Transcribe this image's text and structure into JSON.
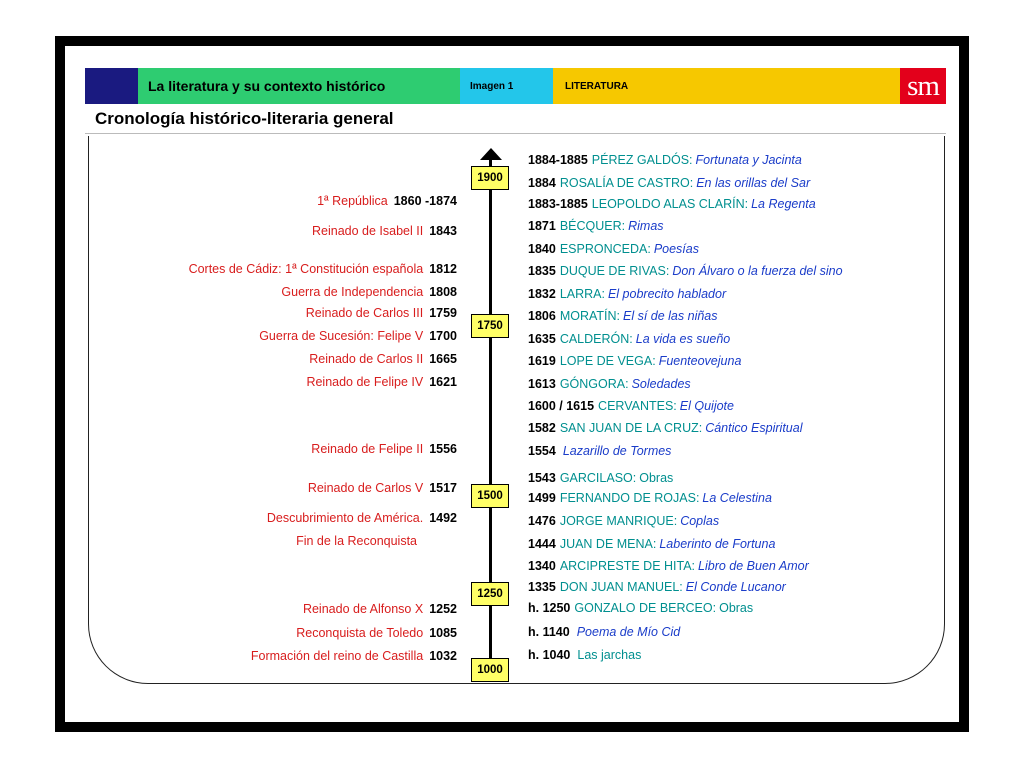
{
  "header": {
    "section_title": "La literatura y su contexto histórico",
    "image_label": "Imagen 1",
    "subject_label": "LITERATURA",
    "logo_text": "sm",
    "colors": {
      "navy": "#1a1a80",
      "green": "#2ecc71",
      "cyan": "#23c6ea",
      "yellow": "#f6c800",
      "logo": "#e3001b"
    }
  },
  "page_title": "Cronología histórico-literaria general",
  "axis_years": [
    "1900",
    "1750",
    "1500",
    "1250",
    "1000"
  ],
  "history": [
    {
      "label": "1ª República",
      "date": "1860 -1874"
    },
    {
      "label": "Reinado de Isabel II",
      "date": "1843"
    },
    {
      "label": "Cortes de Cádiz: 1ª Constitución española",
      "date": "1812"
    },
    {
      "label": "Guerra de Independencia",
      "date": "1808"
    },
    {
      "label": "Reinado de Carlos III",
      "date": "1759"
    },
    {
      "label": "Guerra de Sucesión: Felipe V",
      "date": "1700"
    },
    {
      "label": "Reinado de Carlos II",
      "date": "1665"
    },
    {
      "label": "Reinado de Felipe IV",
      "date": "1621"
    },
    {
      "label": "Reinado de Felipe II",
      "date": "1556"
    },
    {
      "label": "Reinado de Carlos V",
      "date": "1517"
    },
    {
      "label": "Descubrimiento de América.",
      "date": "1492"
    },
    {
      "label": "Fin de la Reconquista",
      "date": ""
    },
    {
      "label": "Reinado de Alfonso X",
      "date": "1252"
    },
    {
      "label": "Reconquista de Toledo",
      "date": "1085"
    },
    {
      "label": "Formación del reino de Castilla",
      "date": "1032"
    }
  ],
  "literature": [
    {
      "date": "1884-1885",
      "author": "PÉREZ GALDÓS:",
      "work": "Fortunata y Jacinta"
    },
    {
      "date": "1884",
      "author": "ROSALÍA DE CASTRO:",
      "work": "En las orillas del Sar"
    },
    {
      "date": "1883-1885",
      "author": "LEOPOLDO ALAS CLARÍN:",
      "work": "La Regenta"
    },
    {
      "date": "1871",
      "author": "BÉCQUER:",
      "work": "Rimas"
    },
    {
      "date": "1840",
      "author": "ESPRONCEDA:",
      "work": "Poesías"
    },
    {
      "date": "1835",
      "author": "DUQUE DE RIVAS:",
      "work": "Don Álvaro o la fuerza del sino"
    },
    {
      "date": "1832",
      "author": "LARRA:",
      "work": "El pobrecito hablador"
    },
    {
      "date": "1806",
      "author": "MORATÍN:",
      "work": "El sí de las niñas"
    },
    {
      "date": "1635",
      "author": "CALDERÓN:",
      "work": "La vida es sueño"
    },
    {
      "date": "1619",
      "author": "LOPE DE VEGA:",
      "work": "Fuenteovejuna"
    },
    {
      "date": "1613",
      "author": "GÓNGORA:",
      "work": "Soledades"
    },
    {
      "date": "1600 / 1615",
      "author": "CERVANTES:",
      "work": "El Quijote"
    },
    {
      "date": "1582",
      "author": "SAN JUAN DE LA CRUZ:",
      "work": "Cántico Espiritual"
    },
    {
      "date": "1554",
      "author": "",
      "work": "Lazarillo de Tormes"
    },
    {
      "date": "1543",
      "author": "GARCILASO:",
      "work": "Obras"
    },
    {
      "date": "1499",
      "author": "FERNANDO DE ROJAS:",
      "work": "La Celestina"
    },
    {
      "date": "1476",
      "author": "JORGE MANRIQUE:",
      "work": "Coplas"
    },
    {
      "date": "1444",
      "author": "JUAN DE MENA:",
      "work": "Laberinto de Fortuna"
    },
    {
      "date": "1340",
      "author": "ARCIPRESTE DE HITA:",
      "work": "Libro de Buen Amor"
    },
    {
      "date": "1335",
      "author": "DON JUAN MANUEL:",
      "work": "El Conde Lucanor"
    },
    {
      "date": "h. 1250",
      "author": "GONZALO DE BERCEO:",
      "work": "Obras"
    },
    {
      "date": "h. 1140",
      "author": "",
      "work": "Poema de Mío Cid"
    },
    {
      "date": "h. 1040",
      "author": "",
      "work": "Las jarchas"
    }
  ]
}
